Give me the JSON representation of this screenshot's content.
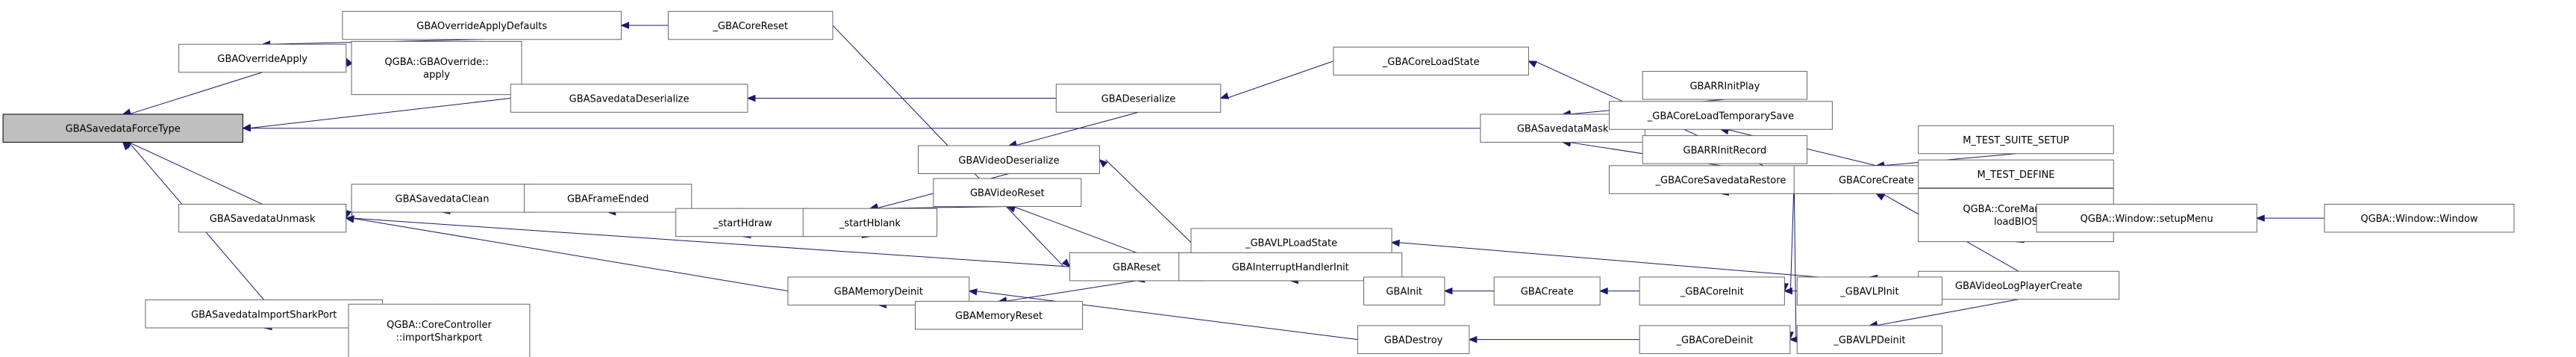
{
  "colors": {
    "edge": "#191970",
    "node_border": "#666666",
    "root_fill": "#bfbfbf"
  },
  "nodes": [
    {
      "id": "n0",
      "label": "GBASavedataForceType",
      "root": true
    },
    {
      "id": "n1",
      "label": "GBAOverrideApply"
    },
    {
      "id": "n2",
      "label": "GBAOverrideApplyDefaults"
    },
    {
      "id": "n3",
      "label": "_GBACoreReset"
    },
    {
      "id": "n4",
      "label": "QGBA::GBAOverride::",
      "label2": "apply"
    },
    {
      "id": "n5",
      "label": "GBASavedataDeserialize"
    },
    {
      "id": "n6",
      "label": "GBADeserialize"
    },
    {
      "id": "n7",
      "label": "_GBACoreLoadState"
    },
    {
      "id": "n8",
      "label": "GBASavedataMask"
    },
    {
      "id": "n9",
      "label": "GBARRInitPlay"
    },
    {
      "id": "n10",
      "label": "_GBACoreLoadTemporarySave"
    },
    {
      "id": "n11",
      "label": "GBARRInitRecord"
    },
    {
      "id": "n12",
      "label": "_GBACoreSavedataRestore"
    },
    {
      "id": "n13",
      "label": "GBACoreCreate"
    },
    {
      "id": "n14",
      "label": "M_TEST_SUITE_SETUP"
    },
    {
      "id": "n15",
      "label": "M_TEST_DEFINE"
    },
    {
      "id": "n16",
      "label": "QGBA::CoreManager::",
      "label2": "loadBIOS"
    },
    {
      "id": "n17",
      "label": "QGBA::Window::setupMenu"
    },
    {
      "id": "n18",
      "label": "QGBA::Window::Window"
    },
    {
      "id": "n19",
      "label": "GBAVideoLogPlayerCreate"
    },
    {
      "id": "n20",
      "label": "GBASavedataUnmask"
    },
    {
      "id": "n21",
      "label": "GBASavedataClean"
    },
    {
      "id": "n22",
      "label": "GBAFrameEnded"
    },
    {
      "id": "n23",
      "label": "_startHdraw"
    },
    {
      "id": "n24",
      "label": "_startHblank"
    },
    {
      "id": "n25",
      "label": "GBAVideoDeserialize"
    },
    {
      "id": "n26",
      "label": "GBAVideoReset"
    },
    {
      "id": "n27",
      "label": "_GBAVLPLoadState"
    },
    {
      "id": "n28",
      "label": "GBAReset"
    },
    {
      "id": "n29",
      "label": "GBAInterruptHandlerInit"
    },
    {
      "id": "n30",
      "label": "GBAInit"
    },
    {
      "id": "n31",
      "label": "GBACreate"
    },
    {
      "id": "n32",
      "label": "_GBACoreInit"
    },
    {
      "id": "n33",
      "label": "_GBAVLPInit"
    },
    {
      "id": "n34",
      "label": "GBAMemoryDeinit"
    },
    {
      "id": "n35",
      "label": "GBAMemoryReset"
    },
    {
      "id": "n36",
      "label": "GBADestroy"
    },
    {
      "id": "n37",
      "label": "_GBACoreDeinit"
    },
    {
      "id": "n38",
      "label": "_GBAVLPDeinit"
    },
    {
      "id": "n39",
      "label": "GBASavedataImportSharkPort"
    },
    {
      "id": "n40",
      "label": "QGBA::CoreController",
      "label2": "::importSharkport"
    }
  ],
  "edges": [
    [
      "n1",
      "n0"
    ],
    [
      "n5",
      "n0"
    ],
    [
      "n8",
      "n0"
    ],
    [
      "n20",
      "n0"
    ],
    [
      "n39",
      "n0"
    ],
    [
      "n2",
      "n1"
    ],
    [
      "n4",
      "n1"
    ],
    [
      "n3",
      "n2"
    ],
    [
      "n6",
      "n5"
    ],
    [
      "n7",
      "n6"
    ],
    [
      "n13",
      "n7"
    ],
    [
      "n9",
      "n8"
    ],
    [
      "n10",
      "n8"
    ],
    [
      "n11",
      "n8"
    ],
    [
      "n12",
      "n8"
    ],
    [
      "n13",
      "n10"
    ],
    [
      "n13",
      "n12"
    ],
    [
      "n14",
      "n13"
    ],
    [
      "n15",
      "n13"
    ],
    [
      "n16",
      "n13"
    ],
    [
      "n19",
      "n13"
    ],
    [
      "n17",
      "n16"
    ],
    [
      "n18",
      "n17"
    ],
    [
      "n21",
      "n20"
    ],
    [
      "n28",
      "n20"
    ],
    [
      "n34",
      "n20"
    ],
    [
      "n22",
      "n21"
    ],
    [
      "n23",
      "n22"
    ],
    [
      "n24",
      "n23"
    ],
    [
      "n23",
      "n24"
    ],
    [
      "n25",
      "n24"
    ],
    [
      "n26",
      "n24"
    ],
    [
      "n6",
      "n25"
    ],
    [
      "n27",
      "n25"
    ],
    [
      "n19",
      "n27"
    ],
    [
      "n28",
      "n26"
    ],
    [
      "n3",
      "n28"
    ],
    [
      "n29",
      "n28"
    ],
    [
      "n30",
      "n29"
    ],
    [
      "n31",
      "n30"
    ],
    [
      "n32",
      "n31"
    ],
    [
      "n13",
      "n32"
    ],
    [
      "n33",
      "n32"
    ],
    [
      "n19",
      "n33"
    ],
    [
      "n35",
      "n34"
    ],
    [
      "n36",
      "n34"
    ],
    [
      "n28",
      "n35"
    ],
    [
      "n37",
      "n36"
    ],
    [
      "n13",
      "n37"
    ],
    [
      "n38",
      "n37"
    ],
    [
      "n19",
      "n38"
    ],
    [
      "n40",
      "n39"
    ]
  ]
}
